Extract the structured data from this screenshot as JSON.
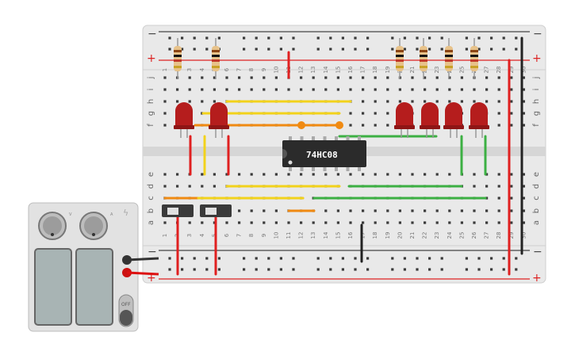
{
  "breadboard": {
    "rail_minus_label": "−",
    "rail_plus_label": "+",
    "row_letters_top": [
      "j",
      "i",
      "h",
      "g",
      "f"
    ],
    "row_letters_bottom": [
      "e",
      "d",
      "c",
      "b",
      "a"
    ],
    "column_numbers": [
      "1",
      "2",
      "3",
      "4",
      "5",
      "6",
      "7",
      "8",
      "9",
      "10",
      "11",
      "12",
      "13",
      "14",
      "15",
      "16",
      "17",
      "18",
      "19",
      "20",
      "21",
      "22",
      "23",
      "24",
      "25",
      "26",
      "27",
      "28",
      "29",
      "30"
    ]
  },
  "ic": {
    "label": "74HC08"
  },
  "power_supply": {
    "off_label": "OFF",
    "knob_labels": [
      "V",
      "A"
    ]
  },
  "colors": {
    "board": "#e6e6e6",
    "hole": "#3a3a3a",
    "red_wire": "#e02020",
    "yellow_wire": "#f2d21b",
    "orange_wire": "#f08a12",
    "green_wire": "#3cb043",
    "black_wire": "#222222",
    "led": "#b51d1d",
    "ic": "#2b2b2b"
  }
}
